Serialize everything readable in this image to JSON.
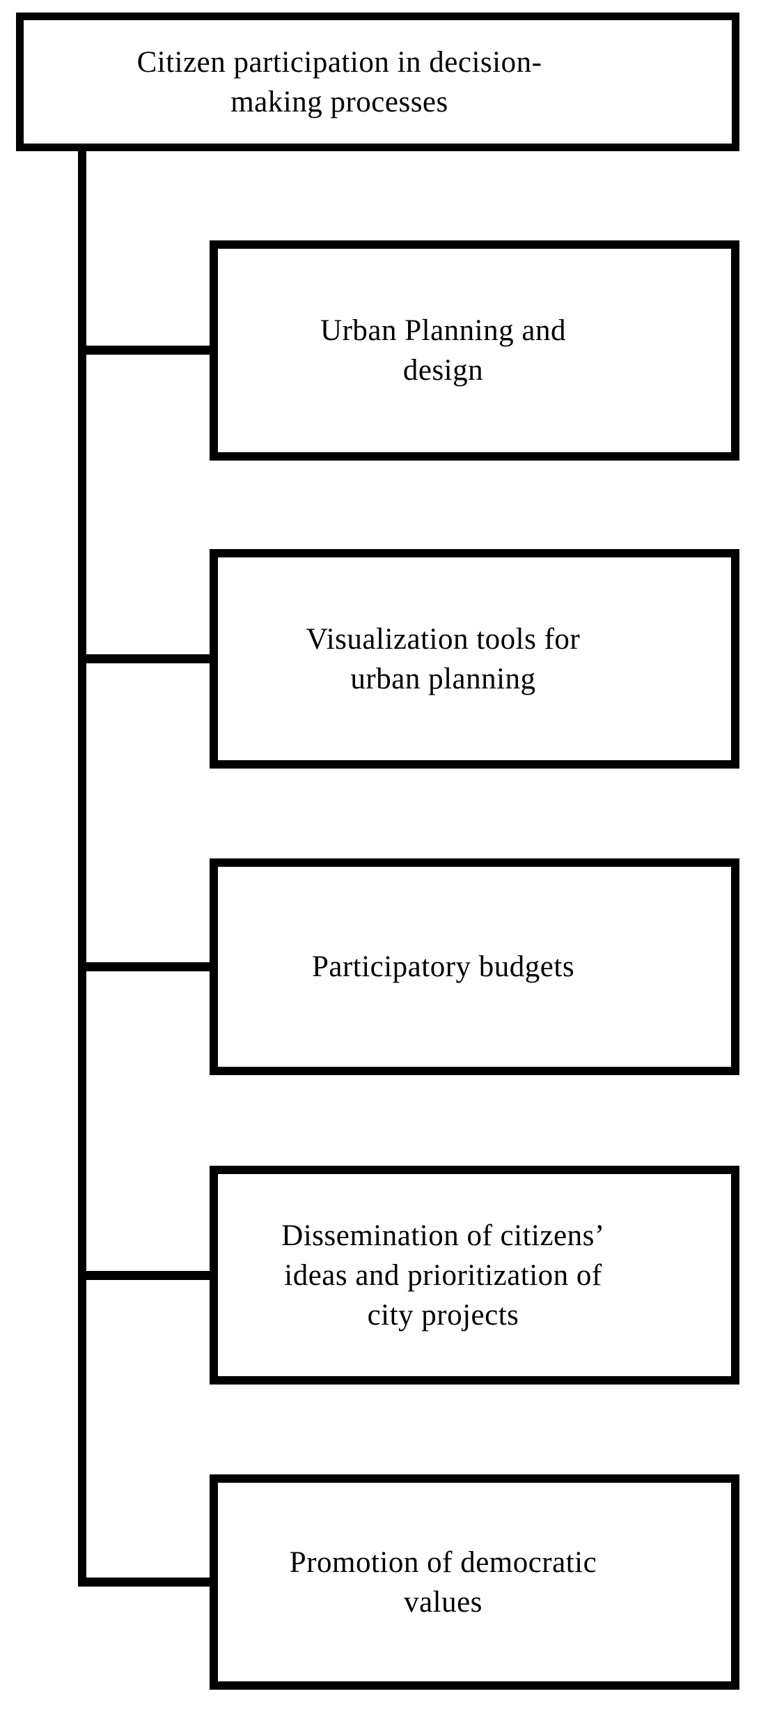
{
  "figure": {
    "type": "tree-diagram",
    "colors": {
      "line": "#000000",
      "background": "#ffffff",
      "box_fill": "#ffffff"
    },
    "root": {
      "label": "Citizen participation in decision-\nmaking processes"
    },
    "children": [
      {
        "label": "Urban Planning and\ndesign"
      },
      {
        "label": "Visualization tools for\nurban planning"
      },
      {
        "label": "Participatory budgets"
      },
      {
        "label": "Dissemination of citizens’\nideas and prioritization of\ncity projects"
      },
      {
        "label": "Promotion of democratic\nvalues"
      }
    ]
  }
}
